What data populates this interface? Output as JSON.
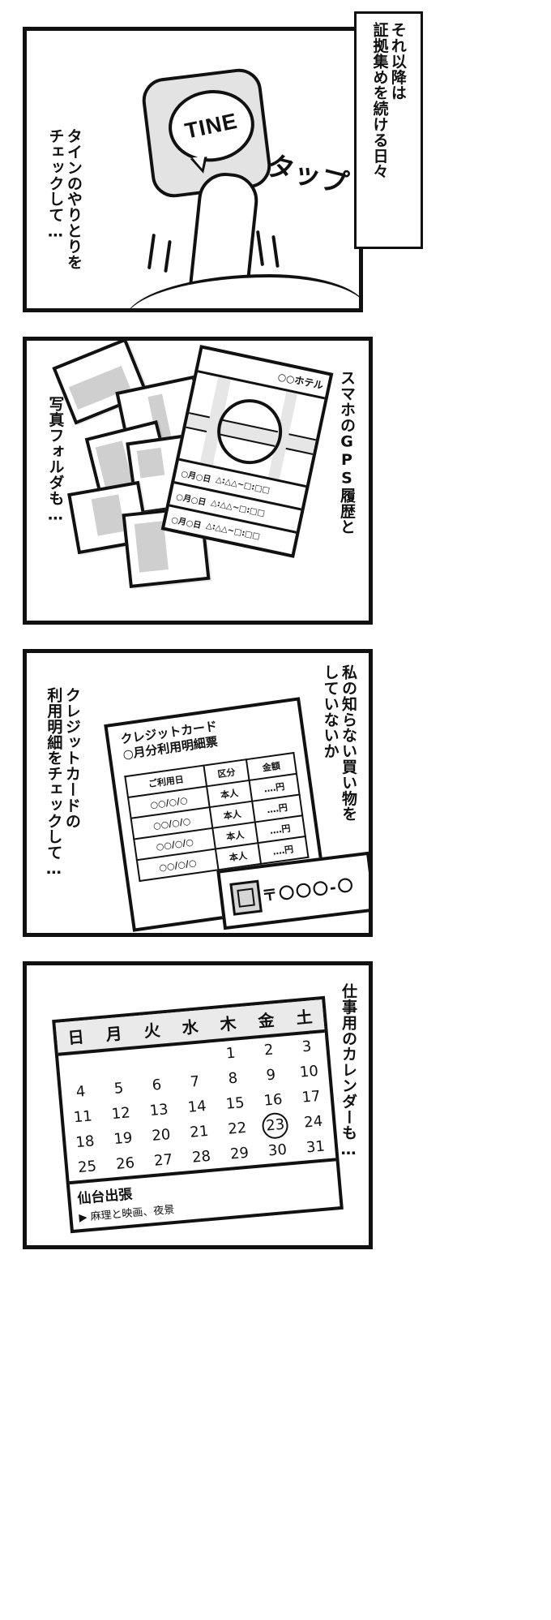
{
  "narration": {
    "text": "それ以降は\n証拠集めを続ける日々"
  },
  "panels": [
    {
      "id": "panel-1",
      "caption": "タインのやりとりを\nチェックして…",
      "app_icon_label": "TINE",
      "sfx": "タップ"
    },
    {
      "id": "panel-2",
      "caption_left": "写真フォルダも…",
      "caption_right": "スマホのGPS履歴と",
      "gps_doc": {
        "title": "○○ホテル",
        "rows": [
          {
            "date": "○月○日",
            "time": "△:△△~□:□□"
          },
          {
            "date": "○月○日",
            "time": "△:△△~□:□□"
          },
          {
            "date": "○月○日",
            "time": "△:△△~□:□□"
          }
        ]
      }
    },
    {
      "id": "panel-3",
      "caption_left": "クレジットカードの\n利用明細をチェックして…",
      "caption_right": "私の知らない買い物を\nしていないか",
      "statement": {
        "title_line1": "クレジットカード",
        "title_line2": "○月分利用明細票",
        "headers": [
          "ご利用日",
          "区分",
          "金額"
        ],
        "rows": [
          [
            "○○/○/○",
            "本人",
            "‥‥円"
          ],
          [
            "○○/○/○",
            "本人",
            "‥‥円"
          ],
          [
            "○○/○/○",
            "本人",
            "‥‥円"
          ],
          [
            "○○/○/○",
            "本人",
            "‥‥円"
          ]
        ]
      },
      "envelope_text": "〒〇〇〇-〇"
    },
    {
      "id": "panel-4",
      "caption_right": "仕事用のカレンダーも…",
      "calendar": {
        "weekdays": [
          "日",
          "月",
          "火",
          "水",
          "木",
          "金",
          "土"
        ],
        "weeks": [
          [
            "",
            "",
            "",
            "",
            "1",
            "2",
            "3"
          ],
          [
            "4",
            "5",
            "6",
            "7",
            "8",
            "9",
            "10"
          ],
          [
            "11",
            "12",
            "13",
            "14",
            "15",
            "16",
            "17"
          ],
          [
            "18",
            "19",
            "20",
            "21",
            "22",
            "23",
            "24"
          ],
          [
            "25",
            "26",
            "27",
            "28",
            "29",
            "30",
            "31"
          ]
        ],
        "circled_day": "23",
        "note_main": "仙台出張",
        "note_sub": "▶ 麻理と映画、夜景"
      }
    }
  ]
}
